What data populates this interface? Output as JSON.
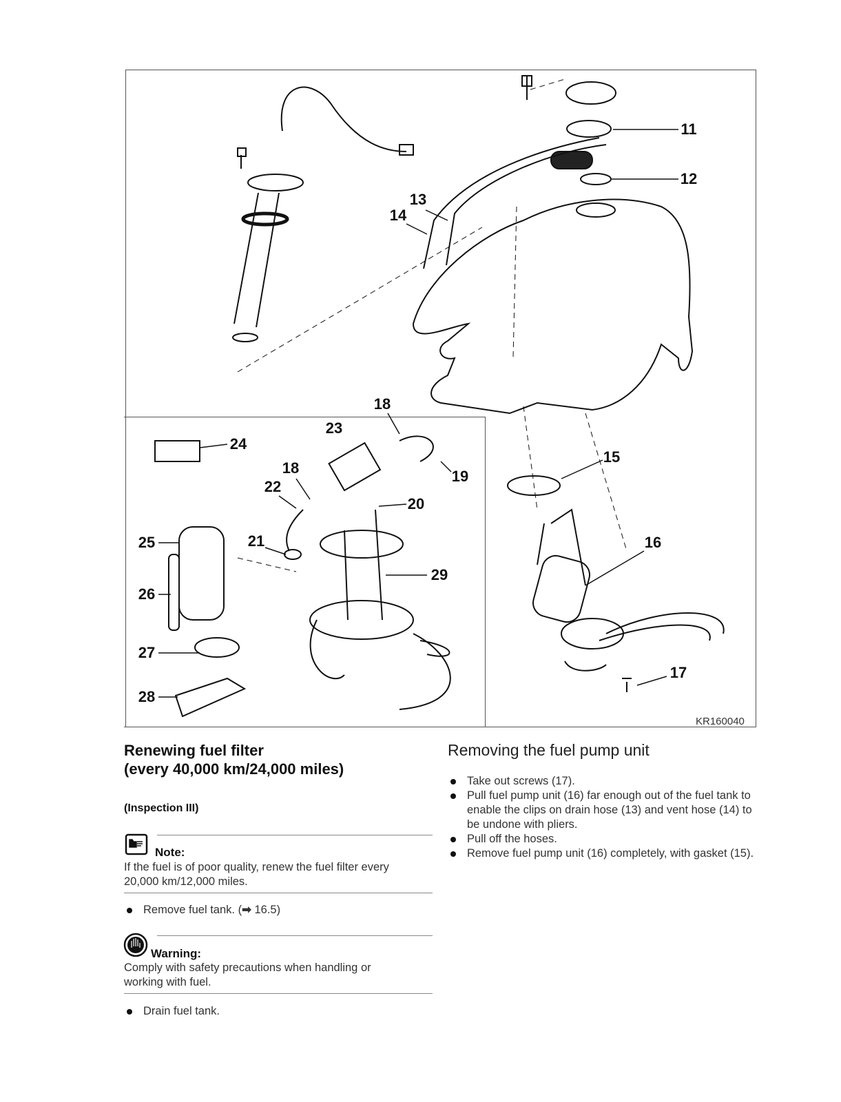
{
  "diagram": {
    "figure_code": "KR160040",
    "callouts": [
      "11",
      "12",
      "13",
      "14",
      "15",
      "16",
      "17",
      "18",
      "18",
      "19",
      "20",
      "21",
      "22",
      "23",
      "24",
      "25",
      "26",
      "27",
      "28",
      "29"
    ]
  },
  "left_section": {
    "title_line1": "Renewing fuel filter",
    "title_line2": "(every 40,000 km/24,000 miles)",
    "subtitle": "(Inspection III)",
    "note": {
      "label": "Note:",
      "text_line1": "If the fuel is of poor quality, renew the fuel filter every",
      "text_line2": "20,000 km/12,000 miles."
    },
    "step1": "Remove fuel tank. (",
    "step1_ref": "16.5)",
    "warning": {
      "label": "Warning:",
      "text_line1": "Comply with safety precautions when handling or",
      "text_line2": "working with fuel."
    },
    "step2": "Drain fuel tank."
  },
  "right_section": {
    "title": "Removing the fuel pump unit",
    "steps": [
      "Take out screws (17).",
      "Pull fuel pump unit (16) far enough out of the fuel tank to enable the clips on drain hose (13) and vent hose (14) to be undone with pliers.",
      "Pull off the hoses.",
      "Remove fuel pump unit (16) completely, with gasket (15)."
    ]
  }
}
